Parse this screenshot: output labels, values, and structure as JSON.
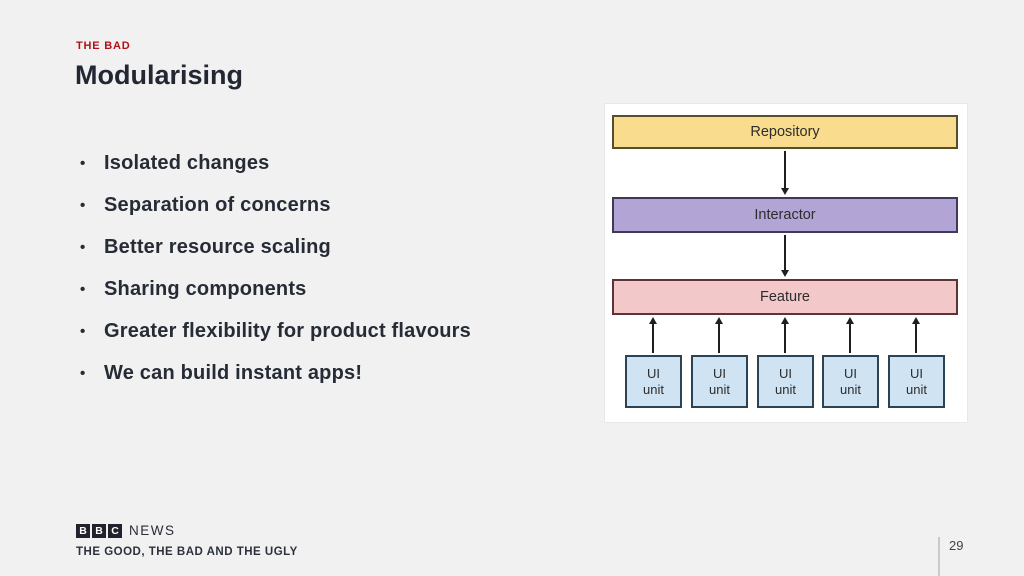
{
  "slide": {
    "eyebrow": "THE BAD",
    "title": "Modularising",
    "bullets": {
      "glyph": "•",
      "items": [
        "Isolated changes",
        "Separation of concerns",
        "Better resource scaling",
        "Sharing components",
        "Greater flexibility for product flavours",
        "We can build instant apps!"
      ]
    }
  },
  "diagram": {
    "layers": [
      {
        "label": "Repository",
        "fill": "#f9dc8e"
      },
      {
        "label": "Interactor",
        "fill": "#b2a5d5"
      },
      {
        "label": "Feature",
        "fill": "#f3c8c9"
      }
    ],
    "ui_units": [
      {
        "label": "UI\nunit"
      },
      {
        "label": "UI\nunit"
      },
      {
        "label": "UI\nunit"
      },
      {
        "label": "UI\nunit"
      },
      {
        "label": "UI\nunit"
      }
    ],
    "ui_unit_fill": "#cfe3f3",
    "flow": "Repository → Interactor → Feature ← UI units"
  },
  "footer": {
    "logo": {
      "blocks": [
        "B",
        "B",
        "C"
      ],
      "suffix": "NEWS"
    },
    "tagline": "THE GOOD, THE BAD AND THE UGLY"
  },
  "page": {
    "number": "29"
  },
  "colors": {
    "background": "#f0f1f0",
    "accent_red": "#b01117",
    "text_dark": "#262b36",
    "panel": "#ffffff"
  }
}
